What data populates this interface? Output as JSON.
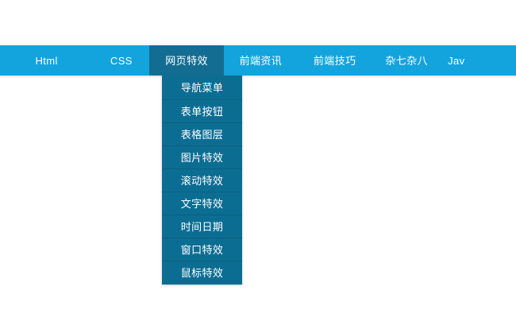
{
  "colors": {
    "navbar_background": "#13a4de",
    "active_item_background": "#136d92",
    "dropdown_background": "#0c6d92",
    "dropdown_separator": "#0a5f80",
    "text": "#ffffff",
    "page_background": "#ffffff"
  },
  "navbar": {
    "items": [
      {
        "label": "Html",
        "active": false
      },
      {
        "label": "CSS",
        "active": false
      },
      {
        "label": "网页特效",
        "active": true
      },
      {
        "label": "前端资讯",
        "active": false
      },
      {
        "label": "前端技巧",
        "active": false
      },
      {
        "label": "杂七杂八",
        "active": false
      },
      {
        "label": "Jav",
        "active": false
      }
    ]
  },
  "dropdown": {
    "parent": "网页特效",
    "visible": true,
    "items": [
      {
        "label": "导航菜单"
      },
      {
        "label": "表单按钮"
      },
      {
        "label": "表格图层"
      },
      {
        "label": "图片特效"
      },
      {
        "label": "滚动特效"
      },
      {
        "label": "文字特效"
      },
      {
        "label": "时间日期"
      },
      {
        "label": "窗口特效"
      },
      {
        "label": "鼠标特效"
      }
    ]
  }
}
